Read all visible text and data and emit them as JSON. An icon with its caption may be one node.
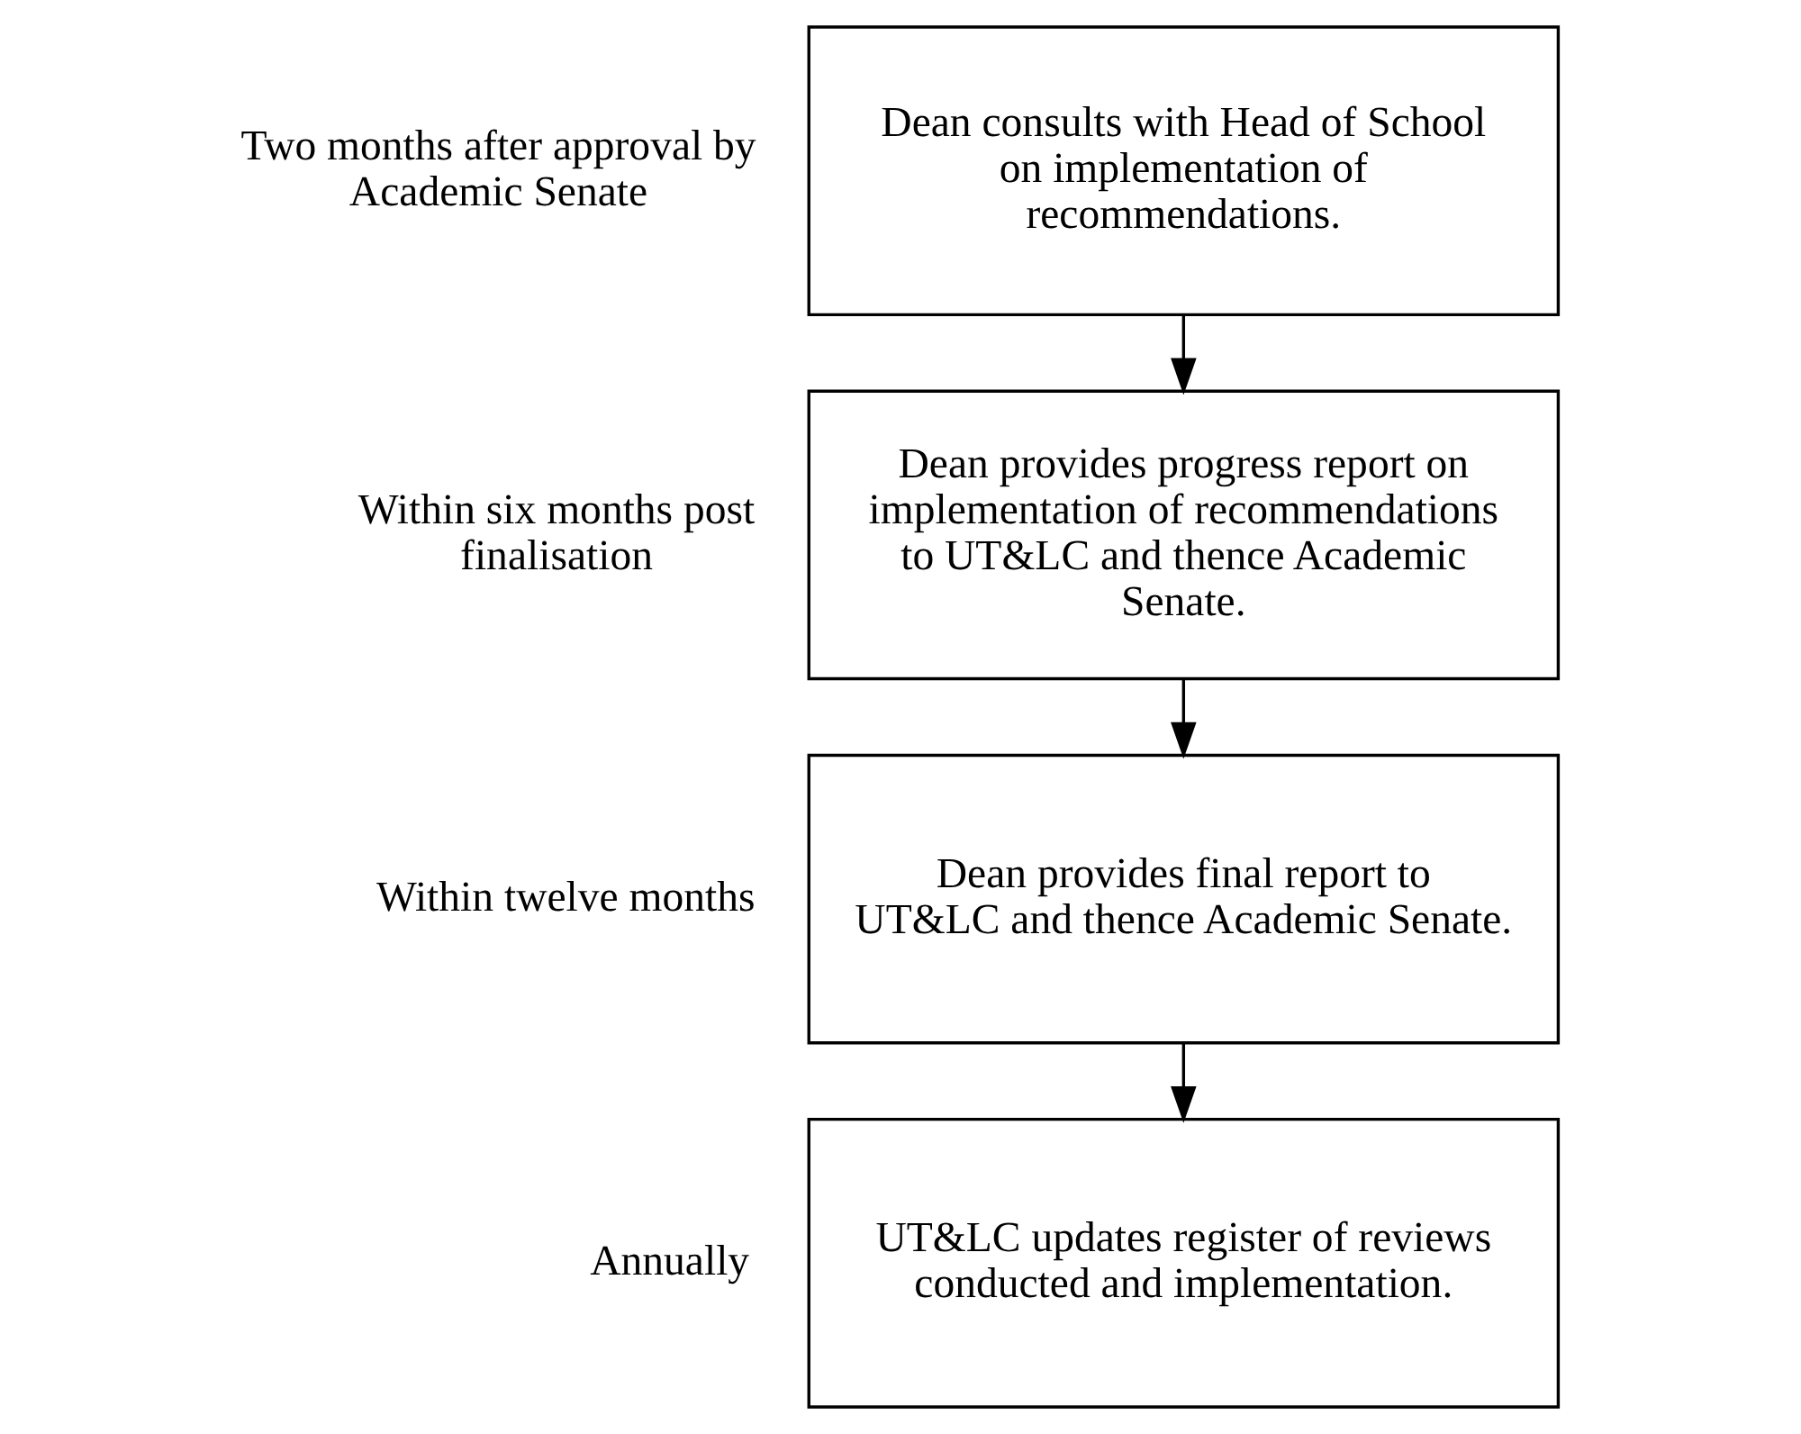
{
  "diagram": {
    "nodes": [
      {
        "text": [
          "Dean consults with Head of School on implementation of recommendations."
        ],
        "beside": [
          "Two months after approval by Academic Senate"
        ]
      },
      {
        "text": [
          "Dean provides progress report on implementation of recommendations to UT&LC and thence Academic Senate."
        ],
        "beside": [
          "Within six months post finalisation"
        ]
      },
      {
        "text": [
          "Dean provides final report to UT&LC and thence Academic Senate."
        ],
        "beside": [
          "Within twelve months"
        ]
      },
      {
        "text": [
          "UT&LC updates register of reviews conducted and implementation."
        ],
        "beside": [
          "Annually"
        ]
      }
    ],
    "edges": [
      {
        "from": 0,
        "to": 1,
        "arrow": "to"
      },
      {
        "from": 1,
        "to": 2,
        "arrow": "to"
      },
      {
        "from": 2,
        "to": 3,
        "arrow": "to"
      }
    ]
  }
}
